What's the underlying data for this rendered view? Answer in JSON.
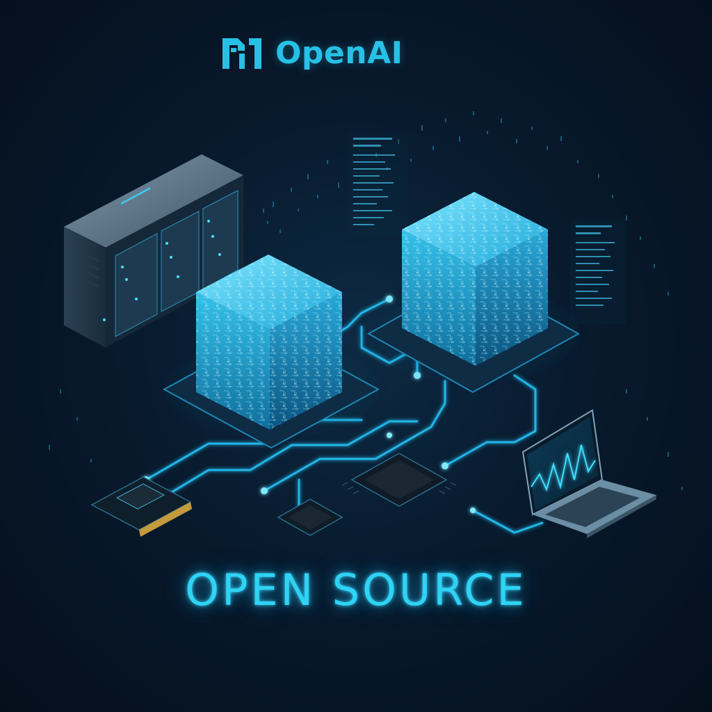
{
  "brand": {
    "name": "OpenAI"
  },
  "headline": "OPEN SOURCE",
  "colors": {
    "background": "#06121f",
    "accent": "#27c0e6",
    "glow": "#2fd3f5",
    "circuit": "#23b6e8"
  },
  "illustration": {
    "elements": [
      "server-rack",
      "cube-left",
      "cube-right",
      "chip-center",
      "chip-small",
      "memory-module",
      "laptop",
      "code-panels"
    ]
  }
}
